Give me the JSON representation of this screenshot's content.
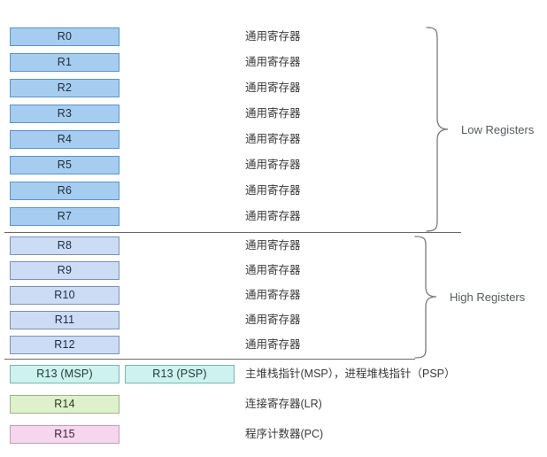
{
  "diagram": {
    "title_text": "",
    "registers": [
      {
        "id": "R0",
        "label": "R0",
        "desc": "通用寄存器",
        "style": "low",
        "group": "low"
      },
      {
        "id": "R1",
        "label": "R1",
        "desc": "通用寄存器",
        "style": "low",
        "group": "low"
      },
      {
        "id": "R2",
        "label": "R2",
        "desc": "通用寄存器",
        "style": "low",
        "group": "low"
      },
      {
        "id": "R3",
        "label": "R3",
        "desc": "通用寄存器",
        "style": "low",
        "group": "low"
      },
      {
        "id": "R4",
        "label": "R4",
        "desc": "通用寄存器",
        "style": "low",
        "group": "low"
      },
      {
        "id": "R5",
        "label": "R5",
        "desc": "通用寄存器",
        "style": "low",
        "group": "low"
      },
      {
        "id": "R6",
        "label": "R6",
        "desc": "通用寄存器",
        "style": "low",
        "group": "low"
      },
      {
        "id": "R7",
        "label": "R7",
        "desc": "通用寄存器",
        "style": "low",
        "group": "low"
      },
      {
        "id": "R8",
        "label": "R8",
        "desc": "通用寄存器",
        "style": "high",
        "group": "high"
      },
      {
        "id": "R9",
        "label": "R9",
        "desc": "通用寄存器",
        "style": "high",
        "group": "high"
      },
      {
        "id": "R10",
        "label": "R10",
        "desc": "通用寄存器",
        "style": "high",
        "group": "high"
      },
      {
        "id": "R11",
        "label": "R11",
        "desc": "通用寄存器",
        "style": "high",
        "group": "high"
      },
      {
        "id": "R12",
        "label": "R12",
        "desc": "通用寄存器",
        "style": "high",
        "group": "high"
      },
      {
        "id": "R13",
        "label": "R13 (MSP)",
        "label2": "R13 (PSP)",
        "desc": "主堆栈指针(MSP），进程堆栈指针（PSP）",
        "style": "sp",
        "group": "special"
      },
      {
        "id": "R14",
        "label": "R14",
        "desc": "连接寄存器(LR)",
        "style": "lr",
        "group": "special"
      },
      {
        "id": "R15",
        "label": "R15",
        "desc": "程序计数器(PC)",
        "style": "pc",
        "group": "special"
      }
    ],
    "groups": [
      {
        "key": "low",
        "label": "Low Registers"
      },
      {
        "key": "high",
        "label": "High Registers"
      }
    ],
    "colors": {
      "low_fill": "#a6cdf0",
      "low_border": "#5b93cc",
      "high_fill": "#ccdcf5",
      "high_border": "#7e8fb5",
      "sp_fill": "#cdf2ef",
      "sp_border": "#79b5b1",
      "lr_fill": "#dff0cd",
      "lr_border": "#9ab583",
      "pc_fill": "#f5d6ee",
      "pc_border": "#c79bbd",
      "brace_stroke": "#7a7a7a",
      "divider": "#6b6b6b",
      "text": "#3a3a3a",
      "background": "#ffffff"
    }
  }
}
